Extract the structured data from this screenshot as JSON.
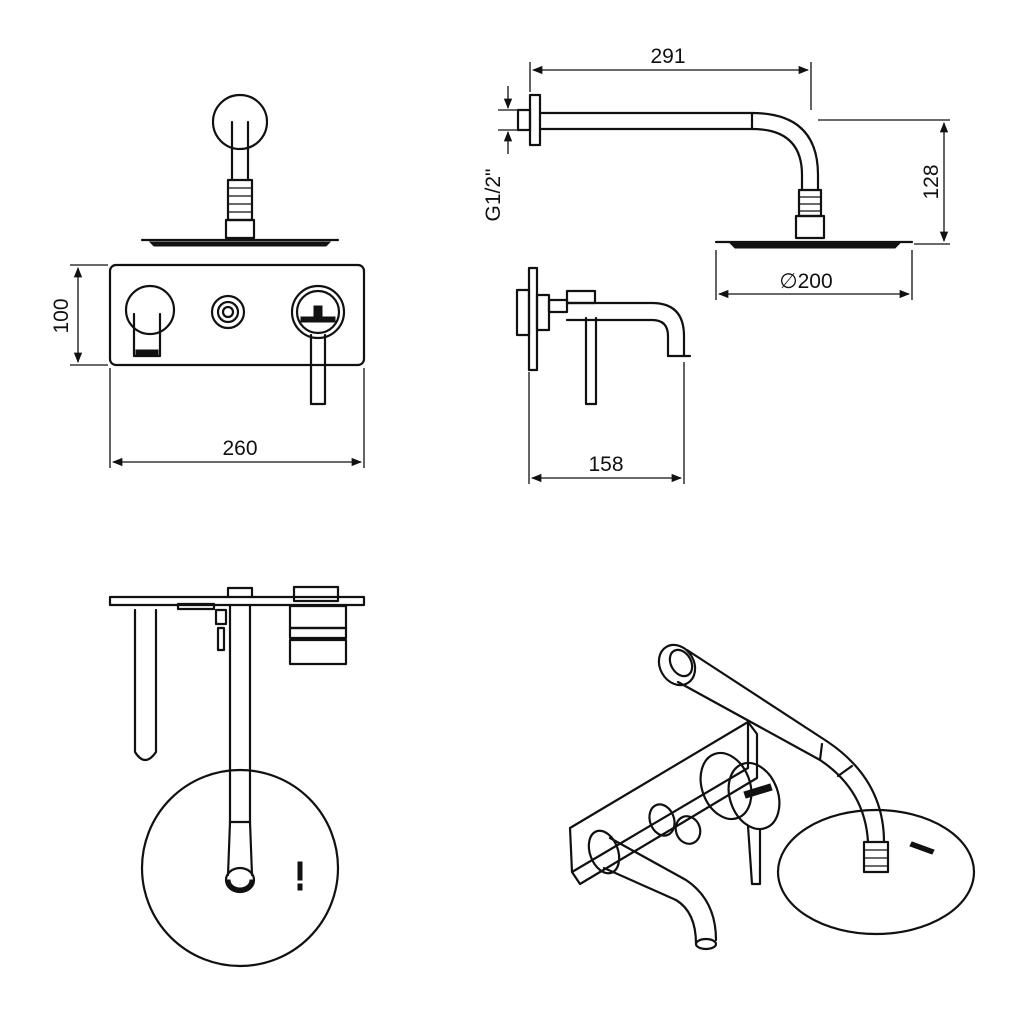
{
  "dimensions": {
    "front_height": "100",
    "front_width": "260",
    "arm_length": "291",
    "thread": "G1/2\"",
    "head_height": "128",
    "head_diameter": "∅200",
    "spout_projection": "158"
  },
  "colors": {
    "line": "#111111",
    "background": "#ffffff"
  }
}
